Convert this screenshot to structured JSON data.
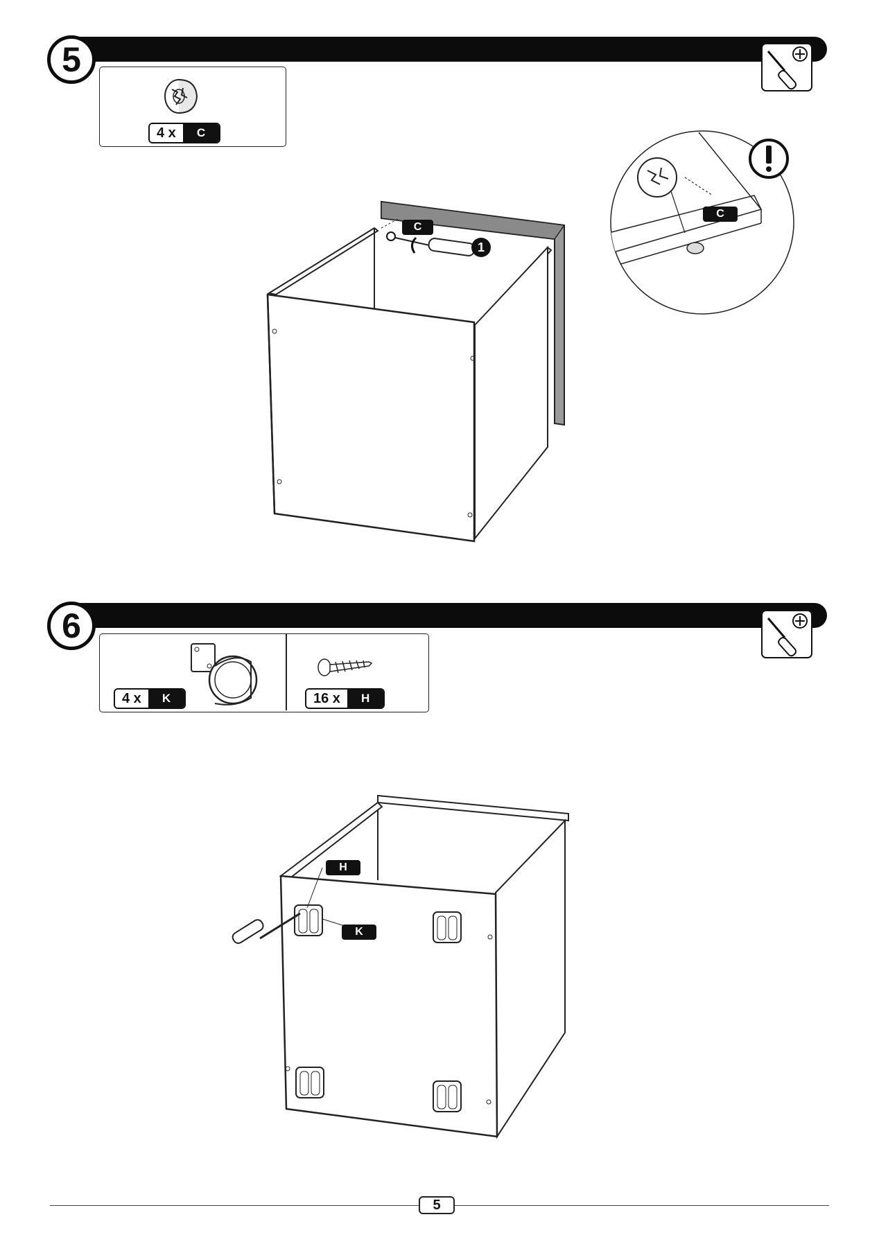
{
  "step5": {
    "number": "5",
    "part": {
      "quantity": "4 x",
      "code": "C"
    },
    "callout_label": "C",
    "detail_label": "C",
    "substep": "1"
  },
  "step6": {
    "number": "6",
    "parts": [
      {
        "quantity": "4 x",
        "code": "K"
      },
      {
        "quantity": "16 x",
        "code": "H"
      }
    ],
    "callout_screw": "H",
    "callout_caster": "K"
  },
  "page_number": "5",
  "colors": {
    "bar": "#0c0c0c",
    "panel_gray": "#9a9a9a"
  }
}
